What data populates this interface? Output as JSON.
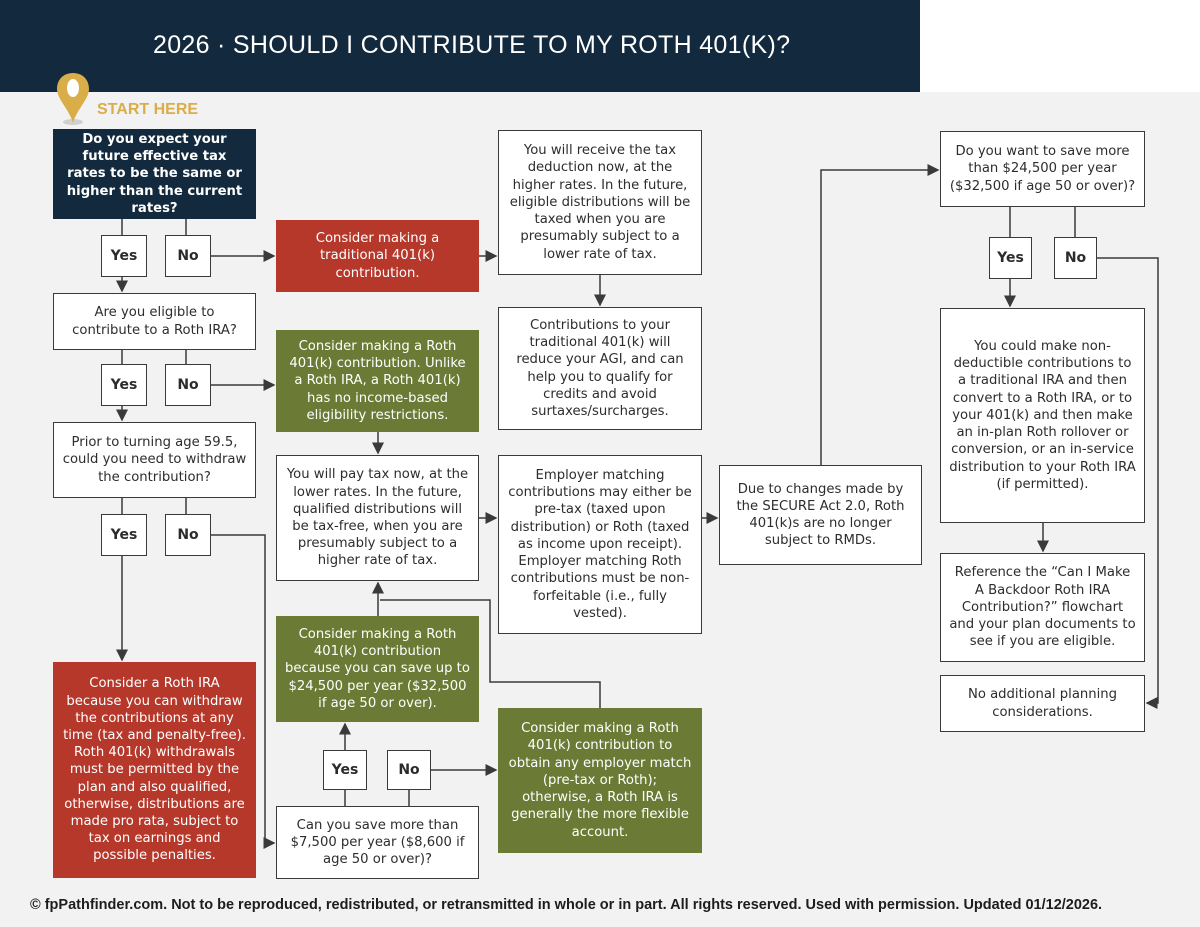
{
  "header": {
    "title": "2026 · SHOULD I CONTRIBUTE TO MY ROTH 401(K)?"
  },
  "start_label": "START HERE",
  "nodes": {
    "q1": "Do you expect your future effective tax rates to be the same or higher than the current rates?",
    "traditional": "Consider making a traditional 401(k) contribution.",
    "deduction_now": "You will receive the tax deduction now, at the higher rates. In the future, eligible distributions will be taxed when you are presumably subject to a lower rate of tax.",
    "reduce_agi": "Contributions to your traditional 401(k) will reduce your AGI, and can help you to qualify for credits and avoid surtaxes/surcharges.",
    "q2": "Are you eligible to contribute to a Roth IRA?",
    "roth_no_income": "Consider making a Roth 401(k) contribution. Unlike a Roth IRA, a Roth 401(k) has no income-based eligibility restrictions.",
    "q3": "Prior to turning age 59.5, could you need to withdraw the contribution?",
    "pay_tax_now": "You will pay tax now, at the lower rates. In the future, qualified distributions will be tax-free, when you are presumably subject to a higher rate of tax.",
    "employer_match": "Employer matching contributions may either be pre-tax (taxed upon distribution) or Roth (taxed as income upon receipt). Employer matching Roth contributions must be non-forfeitable (i.e., fully vested).",
    "secure": "Due to changes made by the SECURE Act 2.0, Roth 401(k)s are no longer subject to RMDs.",
    "roth_ira": "Consider a Roth IRA because you can withdraw the contributions at any time (tax and penalty-free). Roth 401(k) withdrawals must be permitted by the plan and also qualified, otherwise, distributions are made pro rata, subject to tax on earnings and possible penalties.",
    "save_up": "Consider making a Roth 401(k) contribution because you can save up to $24,500 per year ($32,500 if age 50 or over).",
    "q4": "Can you save more than $7,500 per year ($8,600 if age 50 or over)?",
    "employer_match_roth": "Consider making a Roth 401(k) contribution to obtain any employer match (pre-tax or Roth); otherwise, a Roth IRA is generally the more flexible account.",
    "q5": "Do you want to save more than $24,500 per year ($32,500 if age 50 or over)?",
    "backdoor": "You could make non-deductible contributions to a traditional IRA and then convert to a Roth IRA, or to your 401(k) and then make an in-plan Roth rollover or conversion, or an in-service distribution to your Roth IRA (if permitted).",
    "reference": "Reference the “Can I Make A Backdoor Roth IRA Contribution?” flowchart and your plan documents to see if you are eligible.",
    "no_additional": "No additional planning considerations."
  },
  "yes": "Yes",
  "no": "No",
  "footer": "© fpPathfinder.com. Not to be reproduced, redistributed, or retransmitted in whole or in part. All rights reserved. Used with permission. Updated 01/12/2026.",
  "colors": {
    "navy": "#13293d",
    "red": "#b5382b",
    "green": "#6b7a35",
    "gold": "#d9ae48"
  }
}
